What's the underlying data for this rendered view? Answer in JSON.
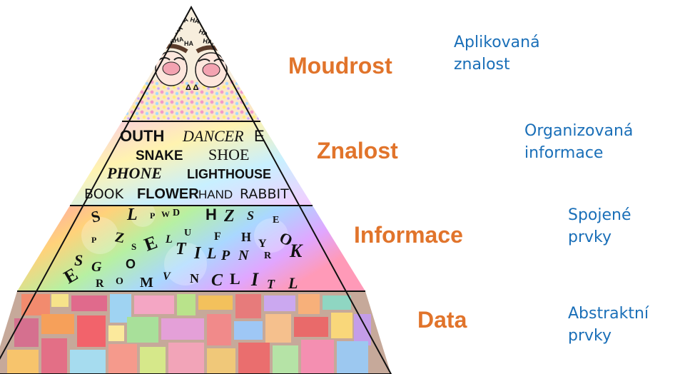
{
  "colors": {
    "title": "#E1742B",
    "description": "#1A6FB8",
    "outline": "#111111"
  },
  "layers": [
    {
      "id": "moudrost",
      "title": "Moudrost",
      "description": "Aplikovaná\nznalost",
      "imagery": "cartoon faces laughing with HA HA lettering on flower pattern"
    },
    {
      "id": "znalost",
      "title": "Znalost",
      "description": "Organizovaná\ninformace",
      "imagery": "rows of words in various fonts",
      "words": [
        [
          "OUTH",
          "DANCER",
          "E"
        ],
        [
          "SNAKE",
          "SHOE"
        ],
        [
          "PHONE",
          "LIGHTHOUSE"
        ],
        [
          "BOOK",
          "FLOWER",
          "HAND",
          "RABBIT"
        ]
      ]
    },
    {
      "id": "informace",
      "title": "Informace",
      "description": "Spojené\nprvky",
      "imagery": "scattered letters on rainbow background"
    },
    {
      "id": "data",
      "title": "Data",
      "description": "Abstraktní\nprvky",
      "imagery": "colored rectangles mosaic"
    }
  ]
}
